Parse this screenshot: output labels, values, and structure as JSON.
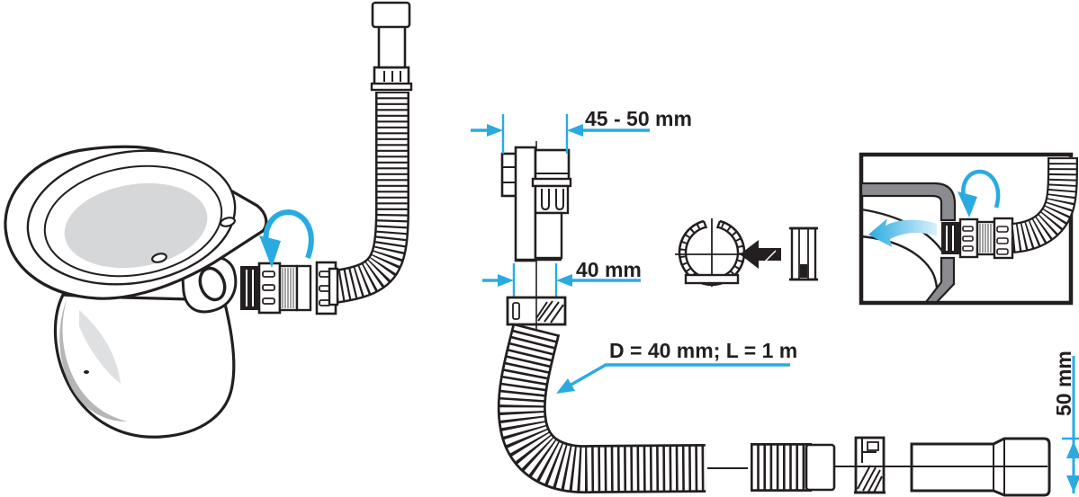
{
  "labels": {
    "width_range": "45 - 50 mm",
    "outlet_diameter": "40 mm",
    "hose_spec": "D = 40 mm; L = 1 m",
    "pipe_diameter": "50 mm"
  },
  "colors": {
    "accent_cyan": "#29abe2",
    "line_ink": "#231f20",
    "pipe_gray": "#8a8c8f",
    "ceramic_light": "#e4e5e6",
    "ceramic_shadow": "#a7a9ac"
  },
  "icons": [
    "rotation-arrow-icon",
    "rotation-arrow-small-icon",
    "clip-assembly-arrow-icon",
    "insertion-flow-arrow-icon",
    "leader-arrow-icon",
    "dimension-arrow-icon"
  ]
}
